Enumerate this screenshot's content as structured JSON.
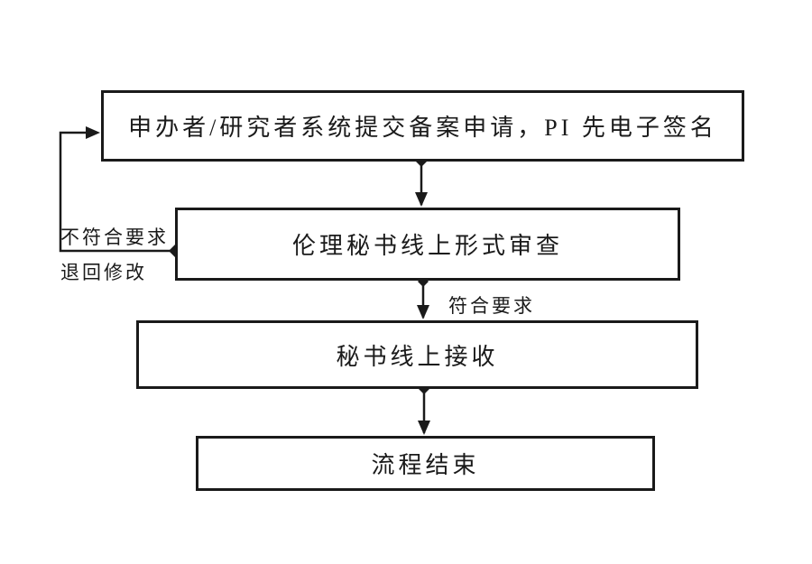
{
  "flow": {
    "boxes": [
      {
        "id": "submit",
        "label": "申办者/研究者系统提交备案申请，PI 先电子签名"
      },
      {
        "id": "review",
        "label": "伦理秘书线上形式审查"
      },
      {
        "id": "receive",
        "label": "秘书线上接收"
      },
      {
        "id": "end",
        "label": "流程结束"
      }
    ],
    "edge_labels": {
      "pass": "符合要求",
      "fail_line1": "不符合要求",
      "fail_line2": "退回修改"
    },
    "colors": {
      "line": "#1a1a1a",
      "background": "#ffffff",
      "text": "#1a1a1a"
    }
  }
}
